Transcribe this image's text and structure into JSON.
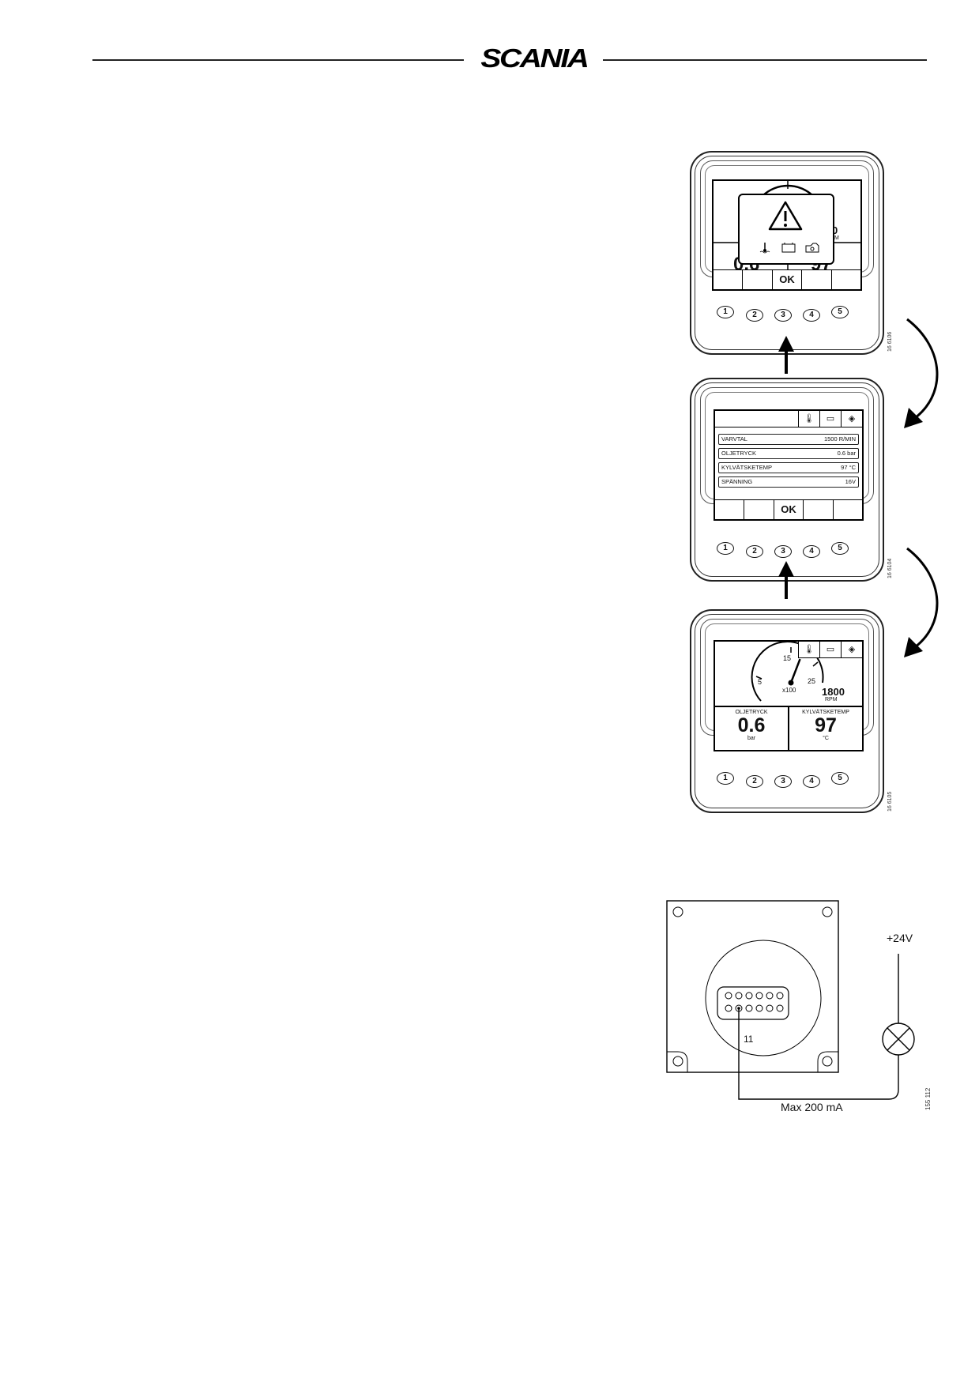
{
  "header": {
    "brand": "SCANIA"
  },
  "figures": {
    "warning_display": {
      "figure_id": "16 6106",
      "partial_rpm": "0",
      "partial_unit": "M",
      "partial_value_left": "0.6",
      "partial_value_right": "97",
      "softkeys": [
        "",
        "",
        "OK",
        "",
        ""
      ],
      "buttons": [
        "1",
        "2",
        "3",
        "4",
        "5"
      ],
      "warning_icon": "warning-triangle-icon"
    },
    "list_display": {
      "figure_id": "16 6104",
      "rows": [
        {
          "label": "VARVTAL",
          "value": "1500 R/MIN"
        },
        {
          "label": "OLJETRYCK",
          "value": "0.6 bar"
        },
        {
          "label": "KYLVÄTSKETEMP",
          "value": "97 °C"
        },
        {
          "label": "SPÄNNING",
          "value": "16V"
        }
      ],
      "softkeys": [
        "",
        "",
        "OK",
        "",
        ""
      ],
      "buttons": [
        "1",
        "2",
        "3",
        "4",
        "5"
      ]
    },
    "gauge_display": {
      "figure_id": "16 6105",
      "tick_labels": [
        "5",
        "15",
        "25"
      ],
      "multiplier": "x100",
      "rpm_value": "1800",
      "rpm_unit": "RPM",
      "needle_value": 18,
      "oil": {
        "label": "OLJETRYCK",
        "value": "0.6",
        "unit": "bar"
      },
      "coolant": {
        "label": "KYLVÄTSKETEMP",
        "value": "97",
        "unit": "°C"
      },
      "buttons": [
        "1",
        "2",
        "3",
        "4",
        "5"
      ]
    },
    "wiring": {
      "figure_id": "155 112",
      "supply": "+24V",
      "pin": "11",
      "max_current": "Max 200 mA"
    }
  },
  "colors": {
    "ink": "#111111",
    "paper": "#ffffff"
  }
}
